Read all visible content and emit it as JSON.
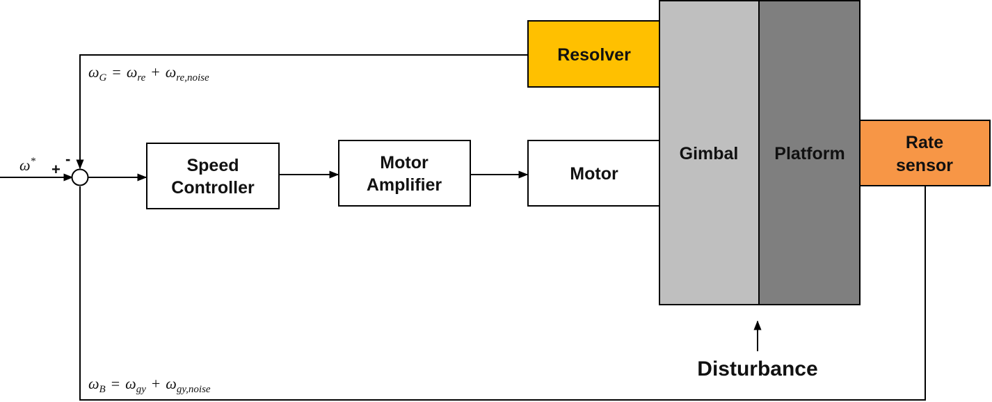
{
  "blocks": {
    "speed_controller": [
      "Speed",
      "Controller"
    ],
    "motor_amplifier": [
      "Motor",
      "Amplifier"
    ],
    "motor": "Motor",
    "resolver": "Resolver",
    "gimbal": "Gimbal",
    "platform": "Platform",
    "rate_sensor": [
      "Rate",
      "sensor"
    ]
  },
  "signals": {
    "reference": {
      "symbol": "ω",
      "sup": "*"
    },
    "plus": "+",
    "minus": "-",
    "omega_g": {
      "lhs": "ω",
      "lhs_sub": "G",
      "eq": "=",
      "t1": "ω",
      "t1_sub": "re",
      "op": "+",
      "t2": "ω",
      "t2_sub": "re,noise"
    },
    "omega_b": {
      "lhs": "ω",
      "lhs_sub": "B",
      "eq": "=",
      "t1": "ω",
      "t1_sub": "gy",
      "op": "+",
      "t2": "ω",
      "t2_sub": "gy,noise"
    },
    "disturbance": "Disturbance"
  },
  "colors": {
    "resolver": "#FFC000",
    "rate_sensor": "#F79646",
    "gimbal": "#BFBFBF",
    "platform": "#7F7F7F",
    "line": "#000000"
  }
}
